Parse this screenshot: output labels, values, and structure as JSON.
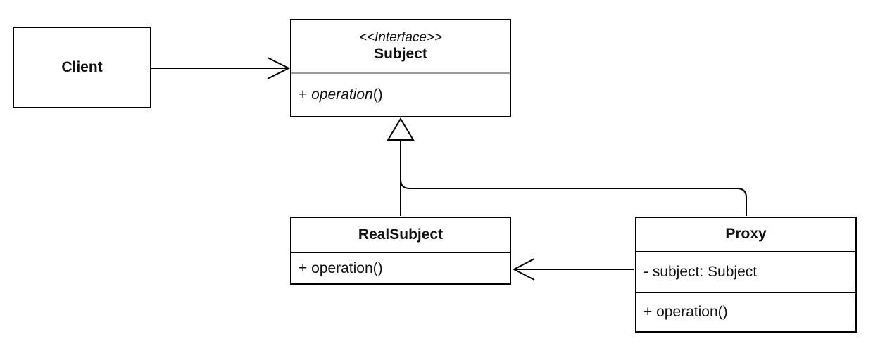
{
  "diagram": {
    "kind": "uml-class-diagram",
    "pattern": "Proxy",
    "colors": {
      "background": "#ffffff",
      "stroke": "#000000",
      "box_fill": "#ffffff",
      "interface_divider": "#9a9a9a"
    },
    "classes": {
      "client": {
        "name": "Client"
      },
      "subject": {
        "stereotype": "<<Interface>>",
        "name": "Subject",
        "method_visibility": "+ ",
        "method_name": "operation",
        "method_params": "()"
      },
      "realsubject": {
        "name": "RealSubject",
        "method": "+ operation()"
      },
      "proxy": {
        "name": "Proxy",
        "attribute": "- subject: Subject",
        "method": "+ operation()"
      }
    },
    "relations": [
      {
        "from": "Client",
        "to": "Subject",
        "type": "association",
        "arrowhead": "open"
      },
      {
        "from": "RealSubject",
        "to": "Subject",
        "type": "generalization",
        "arrowhead": "hollow-triangle"
      },
      {
        "from": "Proxy",
        "to": "Subject",
        "type": "generalization",
        "arrowhead": "hollow-triangle"
      },
      {
        "from": "Proxy",
        "to": "RealSubject",
        "type": "association",
        "arrowhead": "open"
      }
    ]
  }
}
